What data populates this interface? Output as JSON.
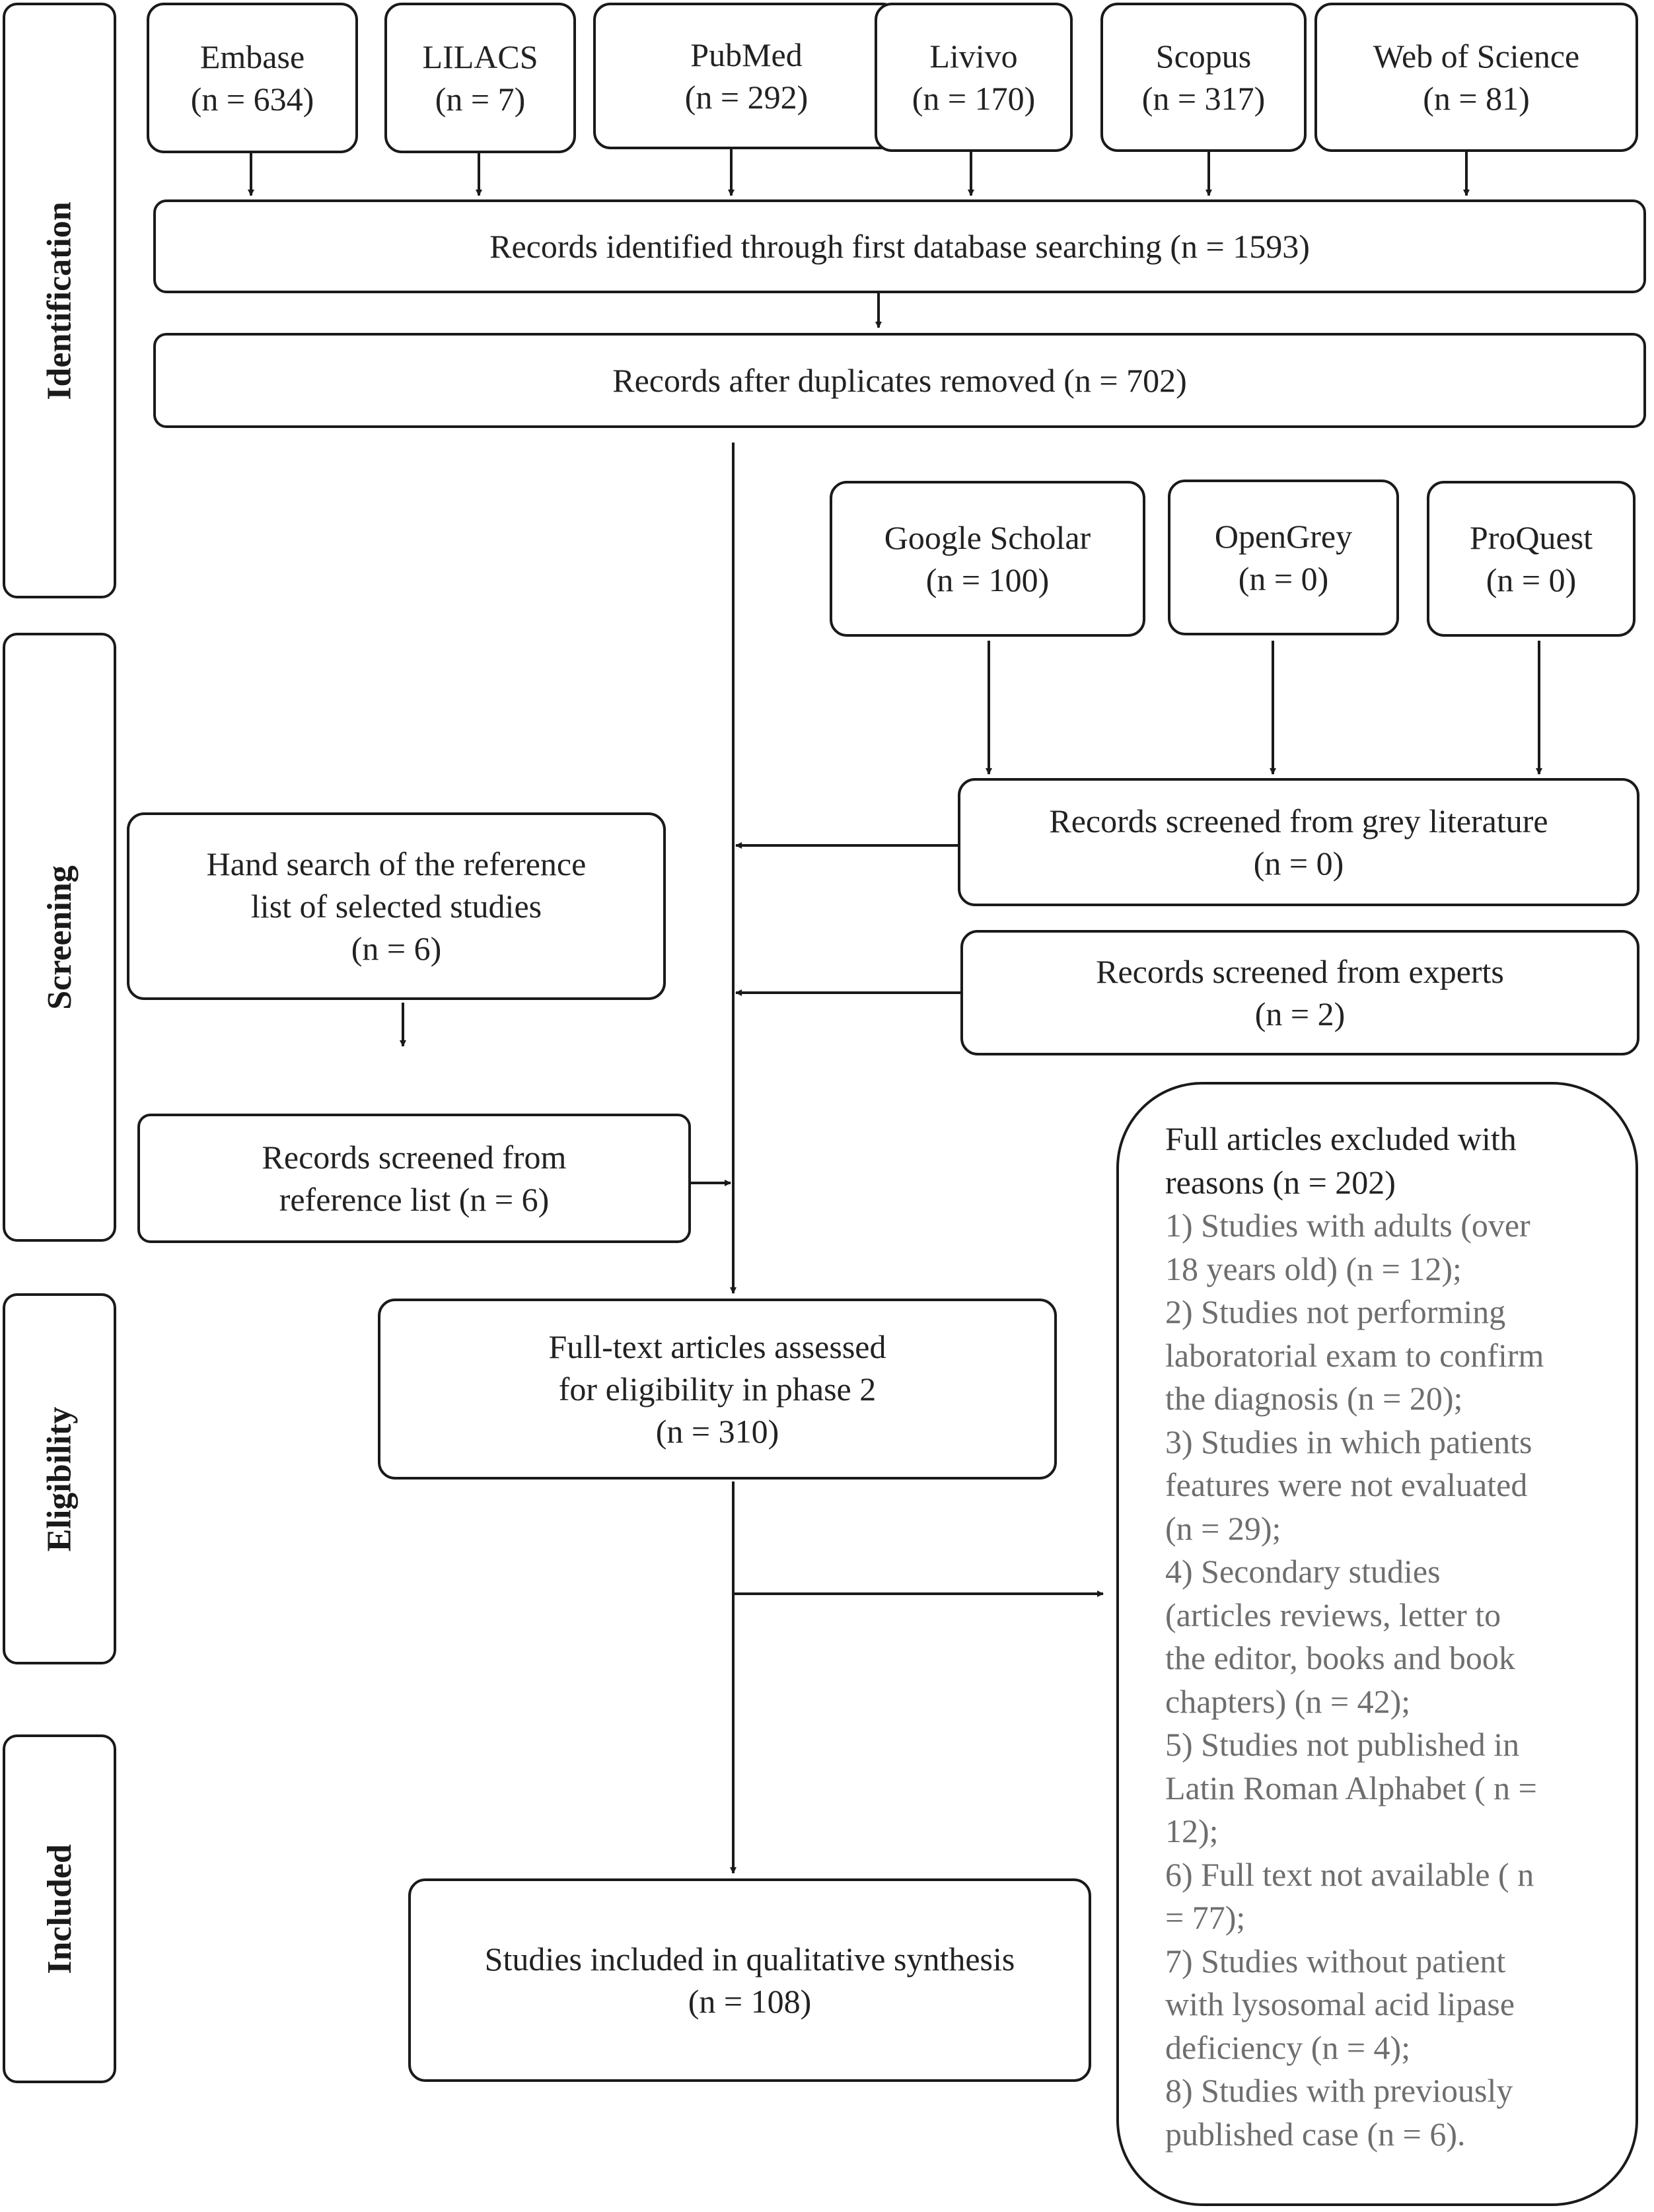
{
  "phases": {
    "identification": "Identification",
    "screening": "Screening",
    "eligibility": "Eligibility",
    "included": "Included"
  },
  "databases": [
    {
      "name": "Embase",
      "count": "(n = 634)"
    },
    {
      "name": "LILACS",
      "count": "(n = 7)"
    },
    {
      "name": "PubMed",
      "count": "(n = 292)"
    },
    {
      "name": "Livivo",
      "count": "(n = 170)"
    },
    {
      "name": "Scopus",
      "count": "(n = 317)"
    },
    {
      "name": "Web of Science",
      "count": "(n = 81)"
    }
  ],
  "identified": "Records identified through first database searching (n = 1593)",
  "dedup": "Records after duplicates removed (n = 702)",
  "grey_sources": [
    {
      "name": "Google Scholar",
      "count": "(n = 100)"
    },
    {
      "name": "OpenGrey",
      "count": "(n = 0)"
    },
    {
      "name": "ProQuest",
      "count": "(n = 0)"
    }
  ],
  "grey_screened": {
    "line1": "Records screened from grey literature",
    "line2": "(n = 0)"
  },
  "experts_screened": {
    "line1": "Records screened from experts",
    "line2": "(n = 2)"
  },
  "hand_search": {
    "line1": "Hand search of the reference",
    "line2": "list of selected studies",
    "line3": "(n = 6)"
  },
  "ref_screened": {
    "line1": "Records screened from",
    "line2": "reference list (n = 6)"
  },
  "fulltext": {
    "line1": "Full-text articles assessed",
    "line2": "for eligibility in phase 2",
    "line3": "(n = 310)"
  },
  "included": {
    "line1": "Studies included in qualitative synthesis",
    "line2": "(n = 108)"
  },
  "excluded": {
    "header": [
      "Full articles excluded with",
      "reasons (n = 202)"
    ],
    "reasons": [
      "1) Studies with adults (over",
      "18 years old) (n = 12);",
      "2) Studies not performing",
      "laboratorial exam to confirm",
      "the diagnosis (n = 20);",
      "3) Studies in which patients",
      "features were not evaluated",
      "(n = 29);",
      "4) Secondary studies",
      "(articles reviews, letter to",
      "the editor, books and book",
      "chapters) (n = 42);",
      "5) Studies   not published in",
      "Latin Roman Alphabet (   n =",
      "12);",
      "6) Full text not available (    n",
      "= 77);",
      "7) Studies without patient",
      "with lysosomal acid lipase",
      "deficiency (n = 4);",
      "8) Studies with previously",
      "published case (n = 6)."
    ]
  }
}
